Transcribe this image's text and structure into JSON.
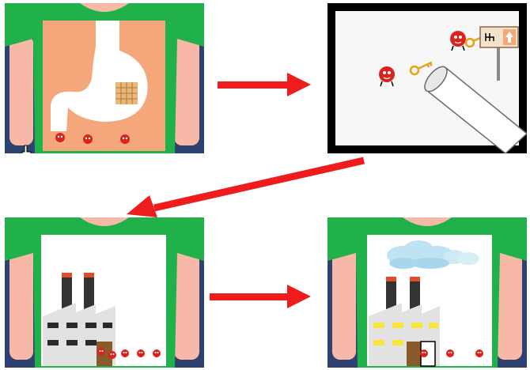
{
  "panels": [
    {
      "id": "stomach",
      "scene": "torso-with-stomach",
      "cursor": "hand-pointer-icon"
    },
    {
      "id": "key-tube",
      "scene": "blood-cell-key-and-tube",
      "sign_icon": "up-arrow-icon"
    },
    {
      "id": "factory-dark",
      "scene": "torso-with-factory",
      "windows_lit": false
    },
    {
      "id": "factory-lit",
      "scene": "torso-with-factory",
      "windows_lit": true,
      "smoke": true
    }
  ],
  "arrows": [
    {
      "from": "stomach",
      "to": "key-tube",
      "icon": "right-arrow-icon"
    },
    {
      "from": "key-tube",
      "to": "factory-dark",
      "icon": "diagonal-arrow-icon"
    },
    {
      "from": "factory-dark",
      "to": "factory-lit",
      "icon": "right-arrow-icon"
    }
  ],
  "colors": {
    "arrow": "#ee1c1c",
    "shirt": "#21b14a",
    "frame": "#2d4270",
    "skin": "#f7b8a8",
    "stomach_bg": "#f3a77a",
    "blood_cell": "#d9231f",
    "key": "#e5a21a",
    "window_lit": "#f8e43a",
    "window_dark": "#2a2a2a"
  }
}
